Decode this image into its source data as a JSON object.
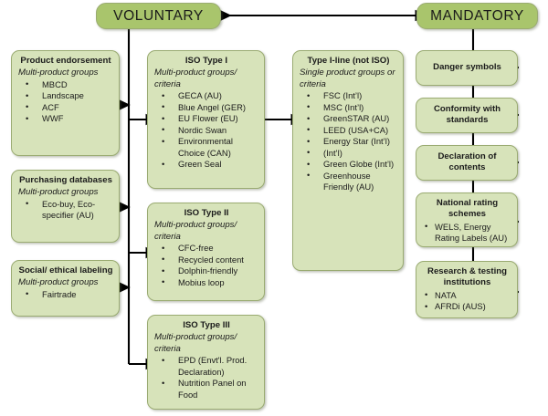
{
  "diagram": {
    "headers": [
      {
        "id": "voluntary",
        "label": "VOLUNTARY"
      },
      {
        "id": "mandatory",
        "label": "MANDATORY"
      }
    ],
    "left_column": [
      {
        "id": "product-endorsement",
        "title": "Product endorsement",
        "subtitle": "Multi-product groups",
        "items": [
          "MBCD",
          "Landscape",
          "ACF",
          "WWF"
        ]
      },
      {
        "id": "purchasing-databases",
        "title": "Purchasing databases",
        "subtitle": "Multi-product groups",
        "items": [
          "Eco-buy, Eco-specifier (AU)"
        ]
      },
      {
        "id": "social-ethical-labeling",
        "title": "Social/ ethical labeling",
        "subtitle": "Multi-product groups",
        "items": [
          "Fairtrade"
        ]
      }
    ],
    "iso_column": [
      {
        "id": "iso-type-1",
        "title": "ISO Type I",
        "subtitle": "Multi-product groups/ criteria",
        "items": [
          "GECA (AU)",
          "Blue Angel (GER)",
          "EU Flower (EU)",
          "Nordic Swan",
          "Environmental Choice (CAN)",
          "Green Seal"
        ]
      },
      {
        "id": "iso-type-2",
        "title": "ISO Type II",
        "subtitle": "Multi-product groups/ criteria",
        "items": [
          "CFC-free",
          "Recycled content",
          "Dolphin-friendly",
          "Mobius loop"
        ]
      },
      {
        "id": "iso-type-3",
        "title": "ISO Type III",
        "subtitle": "Multi-product groups/ criteria",
        "items": [
          "EPD (Envt'l. Prod. Declaration)",
          "Nutrition Panel on Food"
        ]
      }
    ],
    "type_i_line": {
      "id": "type-i-line",
      "title": "Type I-line (not ISO)",
      "subtitle": "Single product groups or criteria",
      "items": [
        "FSC (Int’l)",
        "MSC (Int’l)",
        "GreenSTAR (AU)",
        "LEED (USA+CA)",
        "Energy Star (Int’l)",
        " (Int’l)",
        "Green Globe (Int’l)",
        "Greenhouse Friendly (AU)"
      ]
    },
    "right_column": [
      {
        "id": "danger-symbols",
        "title": "Danger symbols",
        "subtitle": "",
        "items": []
      },
      {
        "id": "conformity-with-standards",
        "title": "Conformity with standards",
        "subtitle": "",
        "items": []
      },
      {
        "id": "declaration-of-contents",
        "title": "Declaration of contents",
        "subtitle": "",
        "items": []
      },
      {
        "id": "national-rating-schemes",
        "title": "National rating schemes",
        "subtitle": "",
        "items": [
          "WELS, Energy Rating Labels (AU)"
        ]
      },
      {
        "id": "research-testing-institutions",
        "title": "Research & testing institutions",
        "subtitle": "",
        "items": [
          "NATA",
          "AFRDi (AUS)"
        ]
      }
    ],
    "colors": {
      "header_fill": "#a9c56c",
      "card_fill": "#d7e3ba",
      "border": "#9aab72",
      "connector": "#000000",
      "text": "#1a1a1a",
      "background": "#ffffff"
    }
  }
}
